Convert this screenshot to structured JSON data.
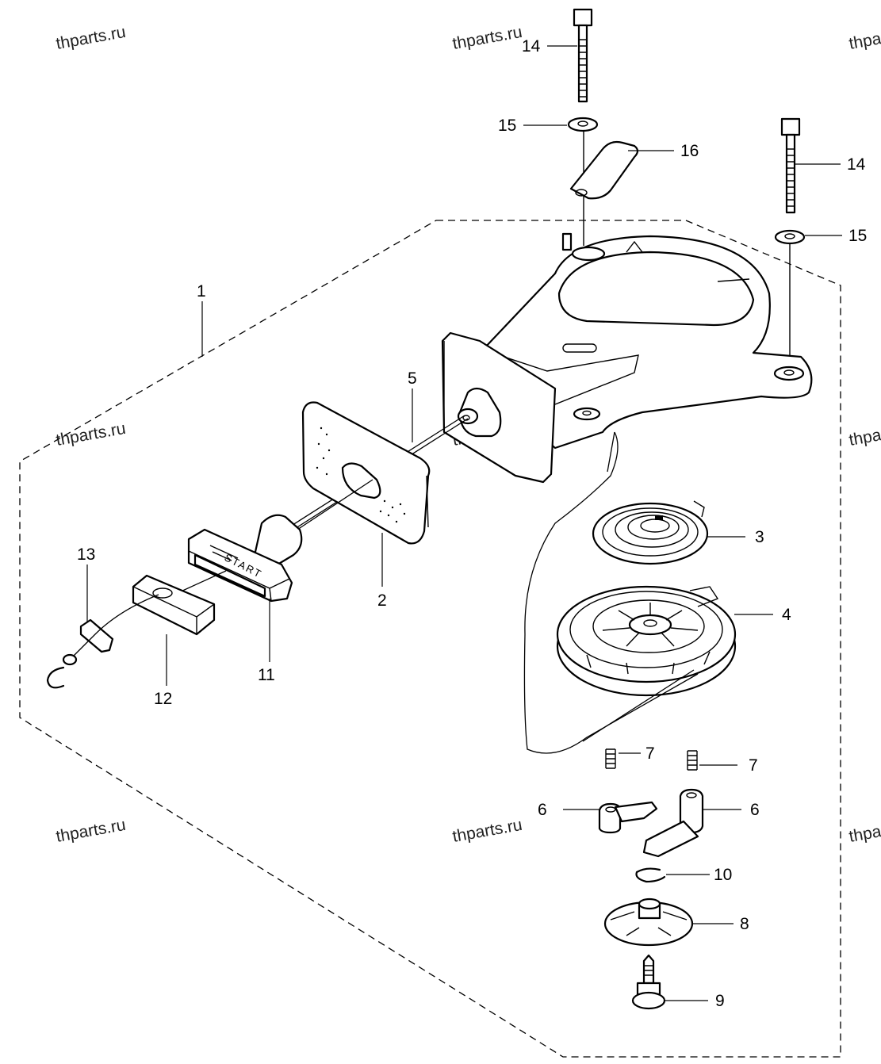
{
  "watermark": "thparts.ru",
  "handle_text": "START",
  "callouts": {
    "c1": "1",
    "c2": "2",
    "c3": "3",
    "c4": "4",
    "c5": "5",
    "c6a": "6",
    "c6b": "6",
    "c7a": "7",
    "c7b": "7",
    "c8": "8",
    "c9": "9",
    "c10": "10",
    "c11": "11",
    "c12": "12",
    "c13": "13",
    "c14a": "14",
    "c14b": "14",
    "c15a": "15",
    "c15b": "15",
    "c16": "16"
  }
}
